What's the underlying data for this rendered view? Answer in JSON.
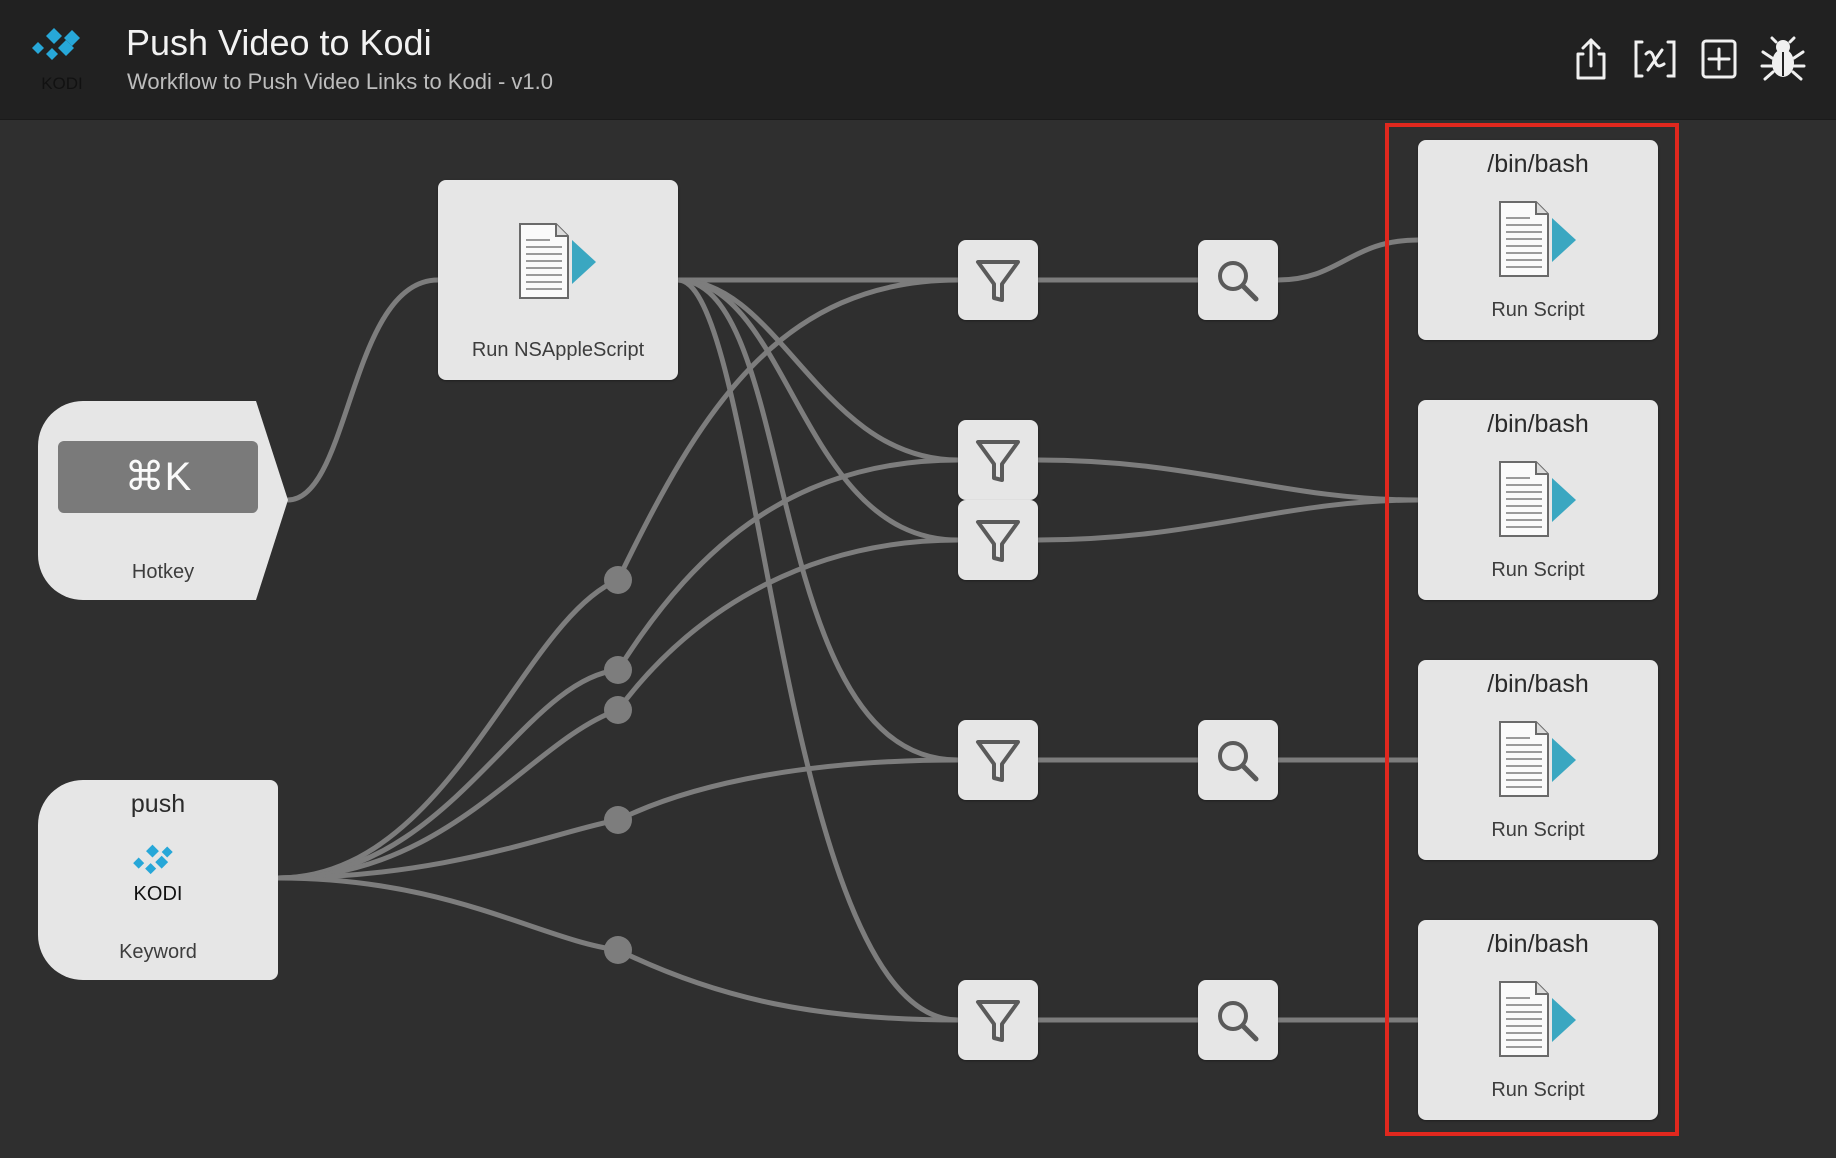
{
  "header": {
    "title": "Push Video to Kodi",
    "subtitle": "Workflow to Push Video Links to Kodi - v1.0",
    "logo_text": "KODI",
    "icons": [
      "share-icon",
      "variables-icon",
      "add-object-icon",
      "debug-bug-icon"
    ]
  },
  "nodes": {
    "hotkey": {
      "shortcut": "⌘K",
      "label": "Hotkey"
    },
    "keyword": {
      "keyword": "push",
      "logo_text": "KODI",
      "label": "Keyword"
    },
    "applescript": {
      "label": "Run NSAppleScript"
    },
    "scripts": [
      {
        "language": "/bin/bash",
        "label": "Run Script"
      },
      {
        "language": "/bin/bash",
        "label": "Run Script"
      },
      {
        "language": "/bin/bash",
        "label": "Run Script"
      },
      {
        "language": "/bin/bash",
        "label": "Run Script"
      }
    ],
    "filters": [
      "filter-icon",
      "filter-icon",
      "filter-icon",
      "filter-icon",
      "filter-icon"
    ],
    "searches": [
      "search-icon",
      "search-icon",
      "search-icon"
    ]
  },
  "colors": {
    "background": "#2f2f2f",
    "header": "#212121",
    "node": "#e6e6e6",
    "wire": "#7d7d7d",
    "kodi_blue": "#27a7d8",
    "script_arrow": "#3aa7c1",
    "highlight": "#e0281e"
  }
}
